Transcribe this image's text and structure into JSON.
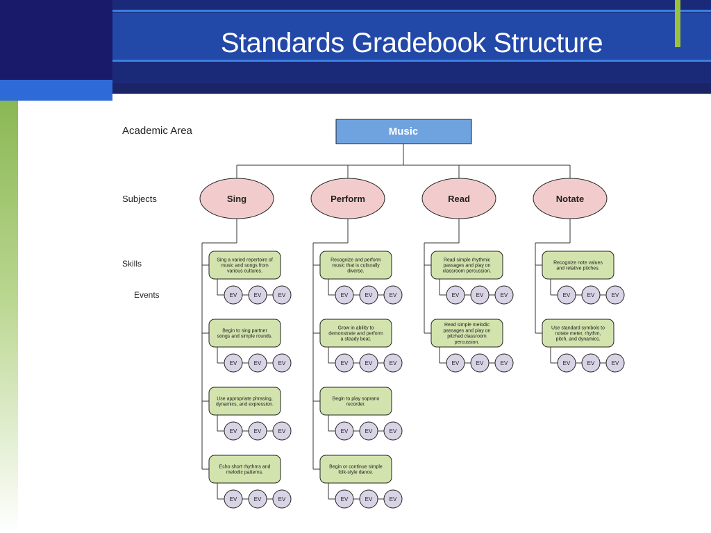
{
  "title": "Standards Gradebook Structure",
  "row_labels": {
    "academic_area": "Academic Area",
    "subjects": "Subjects",
    "skills": "Skills",
    "events": "Events"
  },
  "root": "Music",
  "ev_label": "EV",
  "subjects": [
    {
      "name": "Sing",
      "skills": [
        [
          "Sing a varied repertoire of",
          "music and songs from",
          "various cultures."
        ],
        [
          "Begin to sing partner",
          "songs and simple rounds."
        ],
        [
          "Use appropriate phrasing,",
          "dynamics, and expression."
        ],
        [
          "Echo short rhythms and",
          "melodic patterns."
        ]
      ]
    },
    {
      "name": "Perform",
      "skills": [
        [
          "Recognize and perform",
          "music that is culturally",
          "diverse."
        ],
        [
          "Grow in ability to",
          "demonstrate and perform",
          "a steady beat."
        ],
        [
          "Begin to play soprano",
          "recorder."
        ],
        [
          "Begin or continue simple",
          "folk-style dance."
        ]
      ]
    },
    {
      "name": "Read",
      "skills": [
        [
          "Read simple rhythmic",
          "passages and play on",
          "classroom percussion."
        ],
        [
          "Read simple melodic",
          "passages and play on",
          "pitched classroom",
          "percussion."
        ]
      ]
    },
    {
      "name": "Notate",
      "skills": [
        [
          "Recognize note values",
          "and relative pitches."
        ],
        [
          "Use standard symbols to",
          "notate meter, rhythm,",
          "pitch, and dynamics."
        ]
      ]
    }
  ],
  "colors": {
    "root_fill": "#6fa3e0",
    "subject_fill": "#f2cccc",
    "skill_fill": "#d3e3ad",
    "event_fill": "#d9d3e6",
    "line": "#333333"
  }
}
